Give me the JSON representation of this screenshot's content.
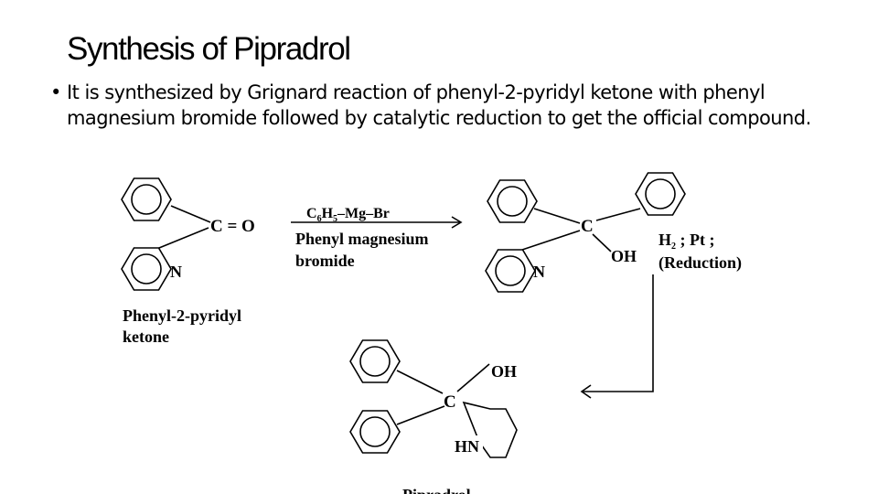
{
  "slide": {
    "title": "Synthesis of Pipradrol",
    "bullet_symbol": "•",
    "bullet_text": "It is synthesized by Grignard reaction of phenyl-2-pyridyl ketone with phenyl magnesium bromide followed by catalytic reduction to get the official compound."
  },
  "scheme": {
    "reactant": {
      "carbonyl": "C = O",
      "n_atom": "N",
      "name_line1": "Phenyl-2-pyridyl",
      "name_line2": "ketone"
    },
    "reagent1": {
      "formula_c": "C",
      "formula_sub6": "6",
      "formula_h": "H",
      "formula_sub5": "5",
      "formula_rest": "–Mg–Br",
      "name_line1": "Phenyl magnesium",
      "name_line2": "bromide"
    },
    "intermediate": {
      "carbon": "C",
      "oh": "OH",
      "n_atom": "N"
    },
    "reagent2": {
      "line1_h": "H",
      "line1_sub": "2",
      "line1_rest": " ; Pt ;",
      "line2": "(Reduction)"
    },
    "product": {
      "carbon": "C",
      "oh": "OH",
      "hn": "HN",
      "name": "Pipradrol"
    }
  }
}
